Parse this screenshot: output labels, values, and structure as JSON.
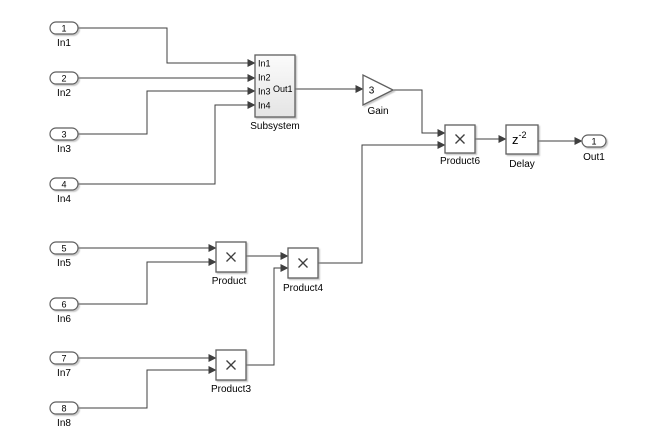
{
  "colors": {
    "wire": "#3f3f3f",
    "block_border": "#5f5f5f",
    "block_fill": "#ffffff",
    "text": "#000000",
    "canvas": "#ffffff",
    "subsystem_fill_top": "#fbfbfb",
    "subsystem_fill_bottom": "#e4e4e4"
  },
  "diagram": {
    "inports": [
      {
        "num": "1",
        "label": "In1"
      },
      {
        "num": "2",
        "label": "In2"
      },
      {
        "num": "3",
        "label": "In3"
      },
      {
        "num": "4",
        "label": "In4"
      },
      {
        "num": "5",
        "label": "In5"
      },
      {
        "num": "6",
        "label": "In6"
      },
      {
        "num": "7",
        "label": "In7"
      },
      {
        "num": "8",
        "label": "In8"
      }
    ],
    "outports": [
      {
        "num": "1",
        "label": "Out1"
      }
    ],
    "blocks": {
      "subsystem": {
        "name": "Subsystem",
        "in_port_labels": [
          "In1",
          "In2",
          "In3",
          "In4"
        ],
        "out_port_label": "Out1"
      },
      "gain": {
        "name": "Gain",
        "value": "3"
      },
      "product": {
        "name": "Product"
      },
      "product3": {
        "name": "Product3"
      },
      "product4": {
        "name": "Product4"
      },
      "product6": {
        "name": "Product6"
      },
      "delay": {
        "name": "Delay",
        "expression_base": "z",
        "expression_exponent": "-2"
      }
    }
  }
}
